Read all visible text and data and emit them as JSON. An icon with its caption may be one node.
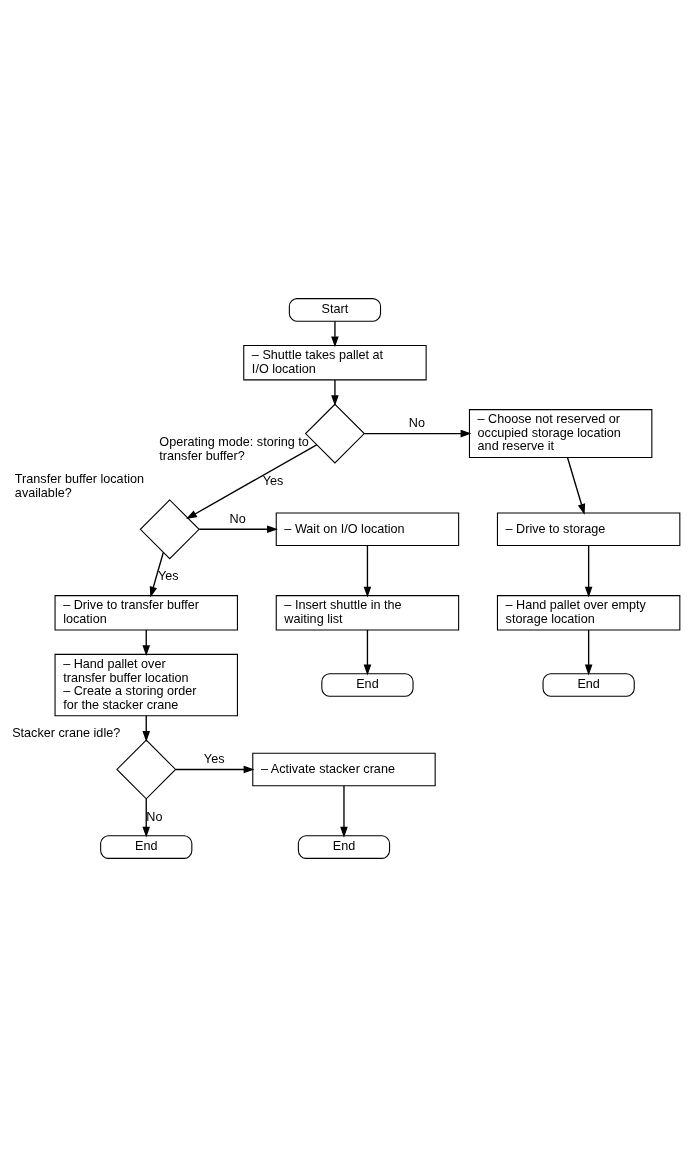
{
  "diagram": {
    "nodes": [
      {
        "text": [
          "Start"
        ]
      },
      {
        "text": [
          "– Shuttle takes pallet at I/O location"
        ]
      },
      {
        "text": [],
        "shape": "diamond",
        "beside": [
          "Operating mode: storing to transfer buffer?"
        ]
      },
      {
        "text": [
          "– Choose not reserved or occupied storage location and reserve it"
        ]
      },
      {
        "text": [
          "– Drive to storage"
        ]
      },
      {
        "text": [
          "– Hand pallet over empty storage location"
        ]
      },
      {
        "text": [
          "End"
        ]
      },
      {
        "text": [],
        "shape": "diamond",
        "beside": [
          "Transfer buffer location available?"
        ]
      },
      {
        "text": [
          "– Wait on I/O location"
        ]
      },
      {
        "text": [
          "– Insert shuttle in the waiting list"
        ]
      },
      {
        "text": [
          "End"
        ]
      },
      {
        "text": [
          "– Drive to transfer buffer location"
        ]
      },
      {
        "text": [
          "– Hand pallet over transfer buffer location",
          "– Create a storing order for the stacker crane"
        ]
      },
      {
        "text": [],
        "shape": "diamond",
        "beside": [
          "Stacker crane idle?"
        ]
      },
      {
        "text": [
          "– Activate stacker crane"
        ]
      },
      {
        "text": [
          "End"
        ]
      },
      {
        "text": [
          "End"
        ]
      }
    ],
    "edges": [
      {
        "from": 0,
        "to": 1,
        "arrow": "to"
      },
      {
        "from": 1,
        "to": 2,
        "arrow": "to"
      },
      {
        "from": 2,
        "to": 3,
        "arrow": "to",
        "label": "No"
      },
      {
        "from": 3,
        "to": 4,
        "arrow": "to"
      },
      {
        "from": 4,
        "to": 5,
        "arrow": "to"
      },
      {
        "from": 5,
        "to": 6,
        "arrow": "to"
      },
      {
        "from": 2,
        "to": 7,
        "arrow": "to",
        "label": "Yes"
      },
      {
        "from": 7,
        "to": 8,
        "arrow": "to",
        "label": "No"
      },
      {
        "from": 8,
        "to": 9,
        "arrow": "to"
      },
      {
        "from": 9,
        "to": 10,
        "arrow": "to"
      },
      {
        "from": 7,
        "to": 11,
        "arrow": "to",
        "label": "Yes"
      },
      {
        "from": 11,
        "to": 12,
        "arrow": "to"
      },
      {
        "from": 12,
        "to": 13,
        "arrow": "to"
      },
      {
        "from": 13,
        "to": 14,
        "arrow": "to",
        "label": "Yes"
      },
      {
        "from": 14,
        "to": 16,
        "arrow": "to"
      },
      {
        "from": 13,
        "to": 15,
        "arrow": "to",
        "label": "No"
      }
    ]
  }
}
